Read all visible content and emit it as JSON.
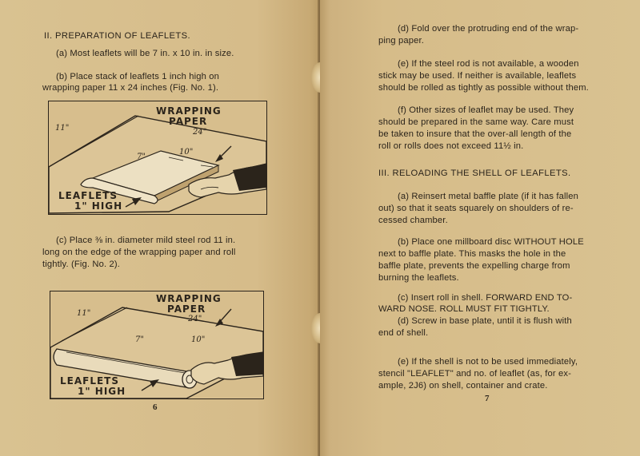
{
  "left_page": {
    "heading": "II. PREPARATION OF LEAFLETS.",
    "para_a": "(a)  Most leaflets will be 7 in. x 10 in. in size.",
    "para_b_1": "(b)  Place stack of leaflets 1 inch high on",
    "para_b_2": "wrapping paper 11 x 24 inches (Fig. No. 1).",
    "para_c_1": "(c)  Place ⅜ in. diameter mild steel rod 11 in.",
    "para_c_2": "long on the edge of the wrapping paper and roll",
    "para_c_3": "tightly.   (Fig. No. 2).",
    "page_number": "6",
    "figure1": {
      "label_paper_1": "WRAPPING",
      "label_paper_2": "PAPER",
      "dim_24": "24\"",
      "dim_11": "11\"",
      "dim_7": "7\"",
      "dim_10": "10\"",
      "label_leaflets_1": "LEAFLETS",
      "label_leaflets_2": "1\" HIGH"
    },
    "figure2": {
      "label_paper_1": "WRAPPING",
      "label_paper_2": "PAPER",
      "dim_24": "24\"",
      "dim_11": "11\"",
      "dim_7": "7\"",
      "dim_10": "10\"",
      "label_leaflets_1": "LEAFLETS",
      "label_leaflets_2": "1\" HIGH"
    }
  },
  "right_page": {
    "para_d_1": "(d)  Fold over the protruding end of the wrap-",
    "para_d_2": "ping paper.",
    "para_e_1": "(e)  If the steel rod is not available, a wooden",
    "para_e_2": "stick may be used.   If neither is available, leaflets",
    "para_e_3": "should be rolled as tightly as possible without them.",
    "para_f_1": "(f)  Other sizes of leaflet may be used.   They",
    "para_f_2": "should be prepared in the same way.   Care must",
    "para_f_3": "be taken to insure that the over-all length of the",
    "para_f_4": "roll or rolls does not exceed 11½ in.",
    "heading": "III. RELOADING THE SHELL OF LEAFLETS.",
    "r_a_1": "(a)  Reinsert metal baffle plate (if it has fallen",
    "r_a_2": "out) so that it seats squarely on shoulders of re-",
    "r_a_3": "cessed chamber.",
    "r_b_1": "(b)  Place one millboard disc WITHOUT HOLE",
    "r_b_2": "next to baffle plate.   This masks the hole in the",
    "r_b_3": "baffle plate, prevents the expelling charge from",
    "r_b_4": "burning the leaflets.",
    "r_c_1": "(c)  Insert roll in shell.   FORWARD END TO-",
    "r_c_2": "WARD NOSE.   ROLL MUST FIT TIGHTLY.",
    "r_d_1": "(d)  Screw in base plate, until it is flush with",
    "r_d_2": "end of shell.",
    "r_e_1": "(e)  If the shell is not to be used immediately,",
    "r_e_2": "stencil \"LEAFLET\" and no. of leaflet (as, for ex-",
    "r_e_3": "ample, 2J6) on shell, container and crate.",
    "page_number": "7"
  },
  "colors": {
    "paper": "#d8bf8e",
    "ink": "#2b241b",
    "gutter": "#7f6640"
  },
  "icons": [
    "wrapping-paper-illustration",
    "leaflet-stack-illustration",
    "hand-illustration",
    "rolled-paper-illustration",
    "arrow-icon"
  ]
}
